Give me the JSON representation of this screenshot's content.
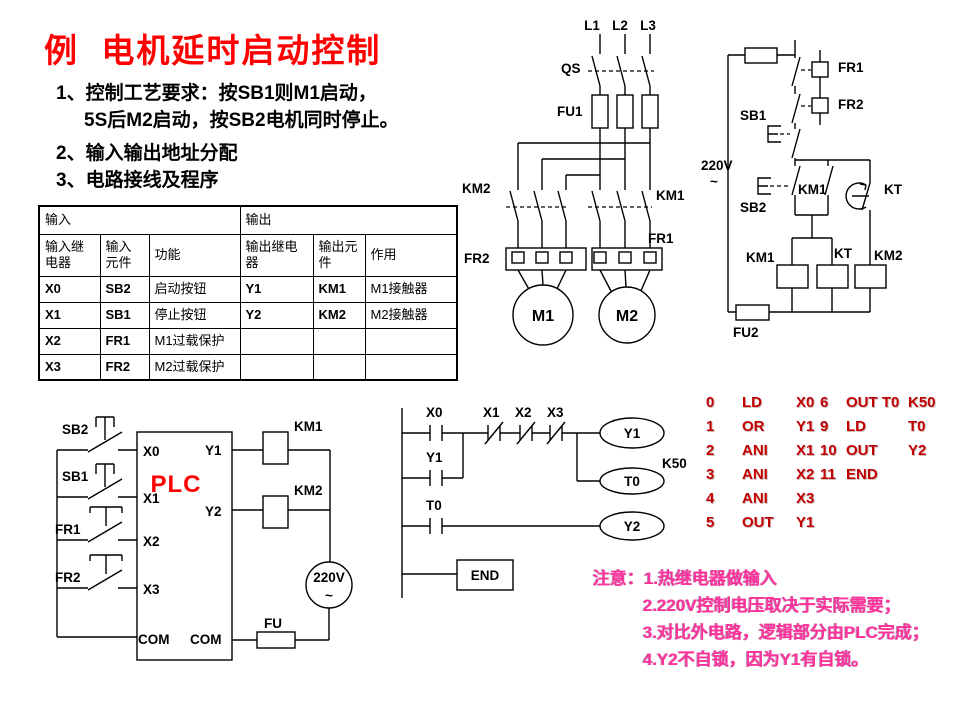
{
  "slide": {
    "title": "例  电机延时启动控制",
    "requirements": [
      "1、控制工艺要求：按SB1则M1启动，",
      "5S后M2启动，按SB2电机同时停止。",
      "2、输入输出地址分配",
      "3、电路接线及程序"
    ]
  },
  "io_table": {
    "group_headers": {
      "input": "输入",
      "output": "输出"
    },
    "col_headers": [
      "输入继电器",
      "输入元件",
      "功能",
      "输出继电器",
      "输出元件",
      "作用"
    ],
    "rows": [
      [
        "X0",
        "SB2",
        "启动按钮",
        "Y1",
        "KM1",
        "M1接触器"
      ],
      [
        "X1",
        "SB1",
        "停止按钮",
        "Y2",
        "KM2",
        "M2接触器"
      ],
      [
        "X2",
        "FR1",
        "M1过载保护",
        "",
        "",
        ""
      ],
      [
        "X3",
        "FR2",
        "M2过载保护",
        "",
        "",
        ""
      ]
    ]
  },
  "main_circuit": {
    "l1": "L1",
    "l2": "L2",
    "l3": "L3",
    "qs": "QS",
    "fu1": "FU1",
    "km2": "KM2",
    "km1": "KM1",
    "fr2": "FR2",
    "fr1": "FR1",
    "m1": "M1",
    "m2": "M2"
  },
  "control_circuit": {
    "fr1": "FR1",
    "fr2": "FR2",
    "sb1": "SB1",
    "sb2": "SB2",
    "voltage": "220V",
    "tilde": "~",
    "km1_contact": "KM1",
    "kt_contact": "KT",
    "km1_coil": "KM1",
    "kt_coil": "KT",
    "km2_coil": "KM2",
    "fu2": "FU2"
  },
  "plc_diagram": {
    "sb2": "SB2",
    "sb1": "SB1",
    "fr1": "FR1",
    "fr2": "FR2",
    "x0": "X0",
    "x1": "X1",
    "x2": "X2",
    "x3": "X3",
    "com_left": "COM",
    "com_right": "COM",
    "y1": "Y1",
    "y2": "Y2",
    "plc": "PLC",
    "km1": "KM1",
    "km2": "KM2",
    "voltage": "220V",
    "tilde": "~",
    "fu": "FU"
  },
  "ladder": {
    "x0": "X0",
    "x1": "X1",
    "x2": "X2",
    "x3": "X3",
    "y1_contact": "Y1",
    "y1_coil": "Y1",
    "k50": "K50",
    "t0_coil": "T0",
    "t0_contact": "T0",
    "y2_coil": "Y2",
    "end": "END"
  },
  "program": {
    "left": [
      [
        "0",
        "LD",
        "X0"
      ],
      [
        "1",
        "OR",
        "Y1"
      ],
      [
        "2",
        "ANI",
        "X1"
      ],
      [
        "3",
        "ANI",
        "X2"
      ],
      [
        "4",
        "ANI",
        "X3"
      ],
      [
        "5",
        "OUT",
        "Y1"
      ]
    ],
    "right": [
      [
        "6",
        "OUT T0",
        "K50"
      ],
      [
        "9",
        "LD",
        "T0"
      ],
      [
        "10",
        "OUT",
        "Y2"
      ],
      [
        "11",
        "END",
        ""
      ]
    ]
  },
  "notes": {
    "prefix": "注意：",
    "items": [
      "1.热继电器做输入",
      "2.220V控制电压取决于实际需要；",
      "3.对比外电路，逻辑部分由PLC完成；",
      "4.Y2不自锁，因为Y1有自锁。"
    ]
  },
  "colors": {
    "title_red": "#ff0000",
    "program_red": "#c00000",
    "note_pink": "#ff3399",
    "plc_red": "#ff0000"
  }
}
